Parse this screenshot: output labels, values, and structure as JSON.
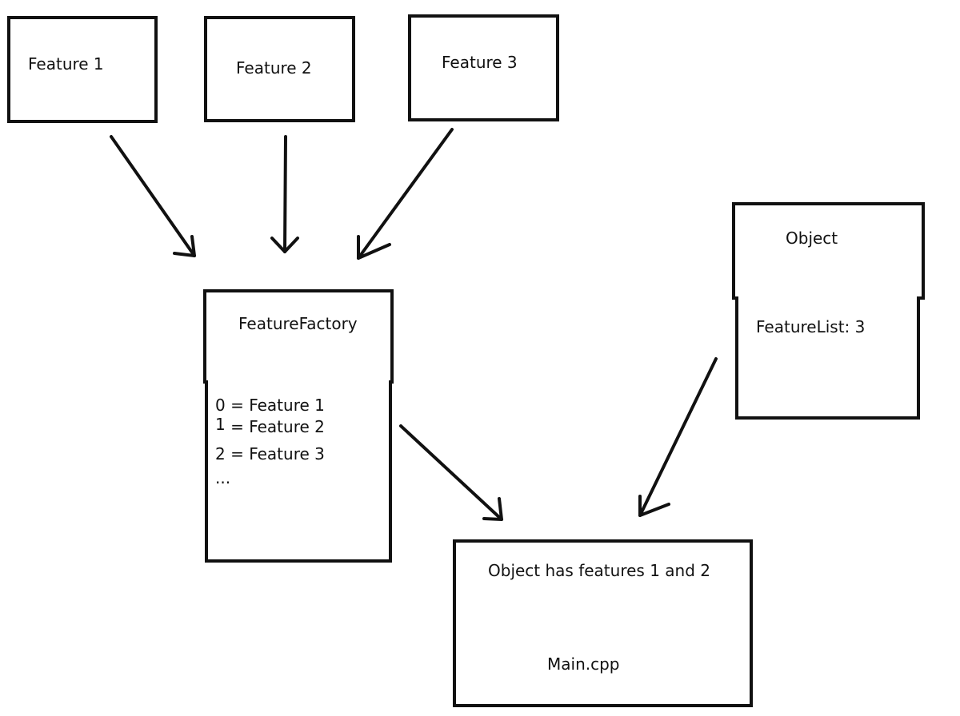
{
  "features": [
    {
      "label": "Feature 1"
    },
    {
      "label": "Feature 2"
    },
    {
      "label": "Feature 3"
    }
  ],
  "factory": {
    "title": "FeatureFactory",
    "entries": [
      {
        "index": "0",
        "label": "= Feature 1"
      },
      {
        "index": "1",
        "label": "= Feature 2"
      },
      {
        "index": "2",
        "label": "= Feature 3"
      }
    ],
    "ellipsis": "..."
  },
  "object": {
    "title": "Object",
    "feature_list": "FeatureList: 3"
  },
  "main": {
    "summary": "Object has features 1 and 2",
    "file": "Main.cpp"
  }
}
